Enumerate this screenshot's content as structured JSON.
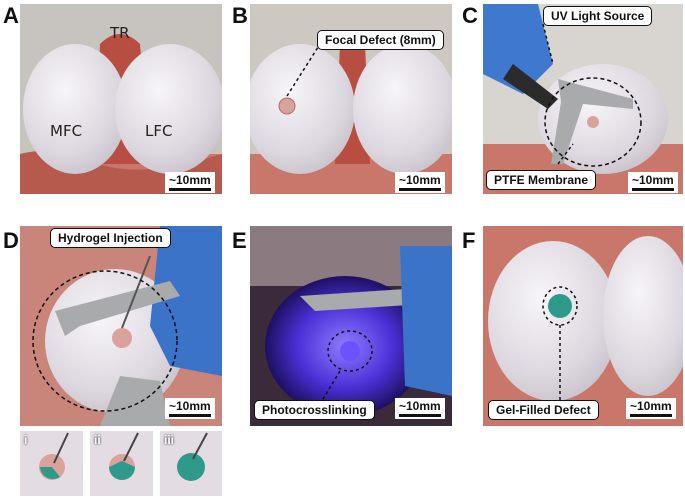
{
  "panels": {
    "A": {
      "letter": "A",
      "labels": {
        "mfc": "MFC",
        "lfc": "LFC",
        "tr": "TR"
      },
      "scale": "~10mm"
    },
    "B": {
      "letter": "B",
      "callout": "Focal Defect (8mm)",
      "scale": "~10mm"
    },
    "C": {
      "letter": "C",
      "callout_top": "UV Light Source",
      "callout_bottom": "PTFE Membrane",
      "scale": "~10mm"
    },
    "D": {
      "letter": "D",
      "callout": "Hydrogel Injection",
      "scale": "~10mm",
      "insets": [
        "i",
        "ii",
        "iii"
      ]
    },
    "E": {
      "letter": "E",
      "callout": "Photocrosslinking",
      "scale": "~10mm"
    },
    "F": {
      "letter": "F",
      "callout": "Gel-Filled Defect",
      "scale": "~10mm"
    }
  },
  "colors": {
    "cartilage": "#e8e4ea",
    "tissue_red": "#b9453f",
    "glove_blue": "#3b73c9",
    "uv_purple": "#4b2fd6",
    "gel_teal": "#2f9a8c"
  }
}
